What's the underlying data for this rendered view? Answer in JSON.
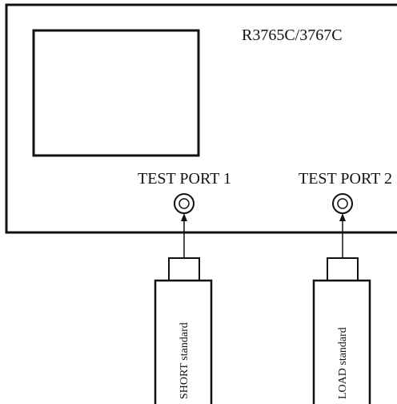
{
  "instrument": {
    "model": "R3765C/3767C"
  },
  "ports": [
    {
      "label": "TEST PORT 1"
    },
    {
      "label": "TEST PORT 2"
    }
  ],
  "standards": [
    {
      "label": "SHORT standard",
      "port": "TEST PORT 1"
    },
    {
      "label": "LOAD standard",
      "port": "TEST PORT 2"
    }
  ],
  "colors": {
    "line": "#111111",
    "background": "#ffffff"
  },
  "icons": [
    "connector-icon",
    "arrow-up-icon"
  ]
}
